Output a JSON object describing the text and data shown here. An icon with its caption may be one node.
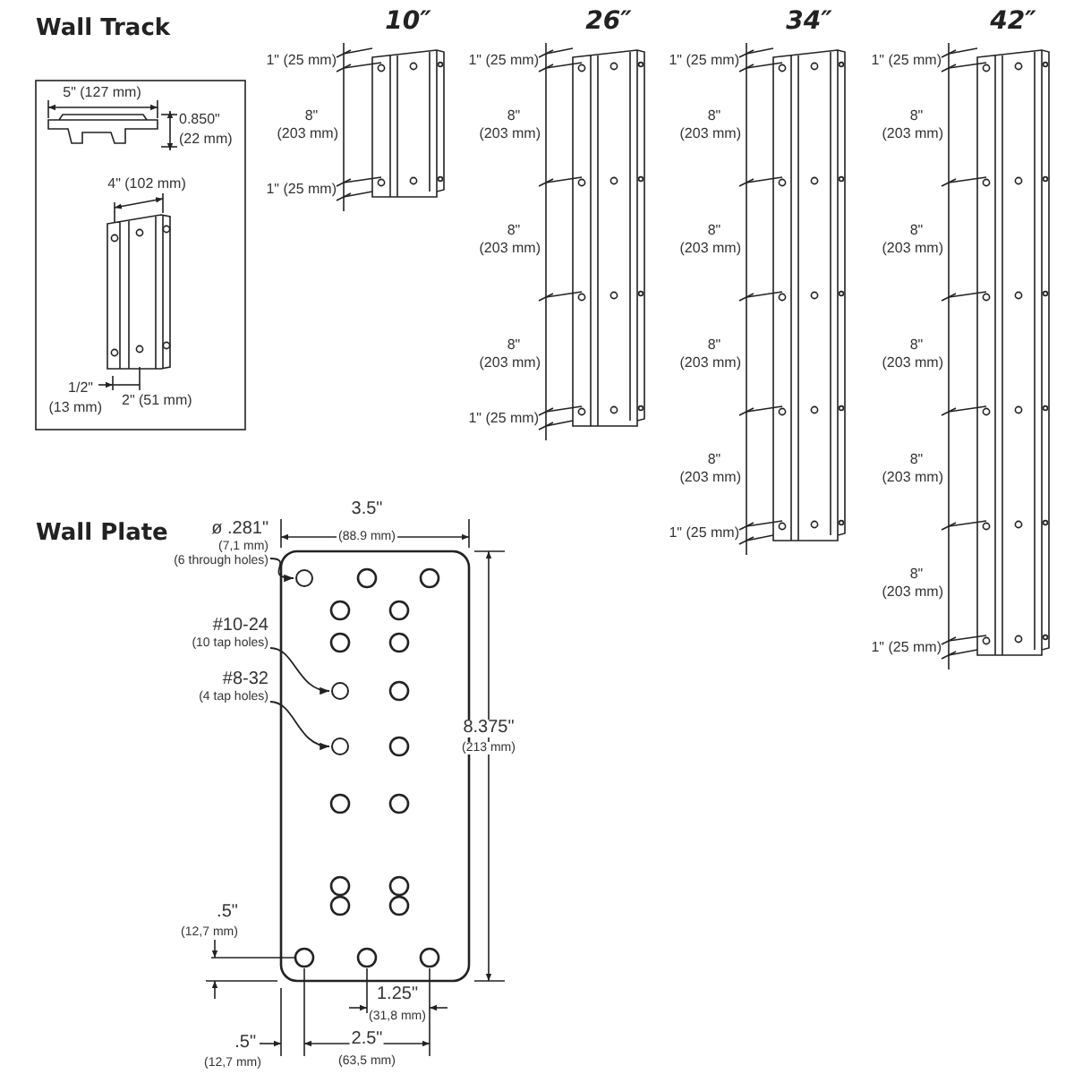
{
  "diagram": {
    "nodes": [
      {
        "text": [
          "ø .281\"",
          "(7,1 mm)",
          "(6 through holes)"
        ]
      },
      {
        "text": [],
        "shape": "circle"
      },
      {
        "text": [
          "#10-24",
          "(10 tap holes)"
        ]
      },
      {
        "text": [],
        "shape": "circle"
      },
      {
        "text": [
          "#8-32",
          "(4 tap holes)"
        ]
      },
      {
        "text": [],
        "shape": "circle"
      }
    ],
    "edges": [
      {
        "from": 0,
        "to": 1,
        "arrow": "to"
      },
      {
        "from": 2,
        "to": 3,
        "arrow": "to"
      },
      {
        "from": 4,
        "to": 5,
        "arrow": "to"
      }
    ],
    "labels": [
      "Wall Track",
      "5\" (127 mm)",
      "0.850\"",
      "(22 mm)",
      "4\" (102 mm)",
      "1/2\"",
      "(13 mm)",
      "2\" (51 mm)",
      "10″",
      "1\" (25 mm)",
      "8\"",
      "(203 mm)",
      "1\" (25 mm)",
      "26″",
      "1\" (25 mm)",
      "8\"",
      "(203 mm)",
      "8\"",
      "(203 mm)",
      "8\"",
      "(203 mm)",
      "1\" (25 mm)",
      "34″",
      "1\" (25 mm)",
      "8\"",
      "(203 mm)",
      "8\"",
      "(203 mm)",
      "8\"",
      "(203 mm)",
      "8\"",
      "(203 mm)",
      "1\" (25 mm)",
      "42″",
      "1\" (25 mm)",
      "8\"",
      "(203 mm)",
      "8\"",
      "(203 mm)",
      "8\"",
      "(203 mm)",
      "8\"",
      "(203 mm)",
      "8\"",
      "(203 mm)",
      "1\" (25 mm)",
      "Wall Plate",
      "3.5\"",
      "(88.9 mm)",
      "8.375\"",
      "(213 mm)",
      ".5\"",
      "(12,7 mm)",
      "1.25\"",
      "(31,8 mm)",
      ".5\"",
      "(12,7 mm)",
      "2.5\"",
      "(63,5 mm)"
    ]
  }
}
